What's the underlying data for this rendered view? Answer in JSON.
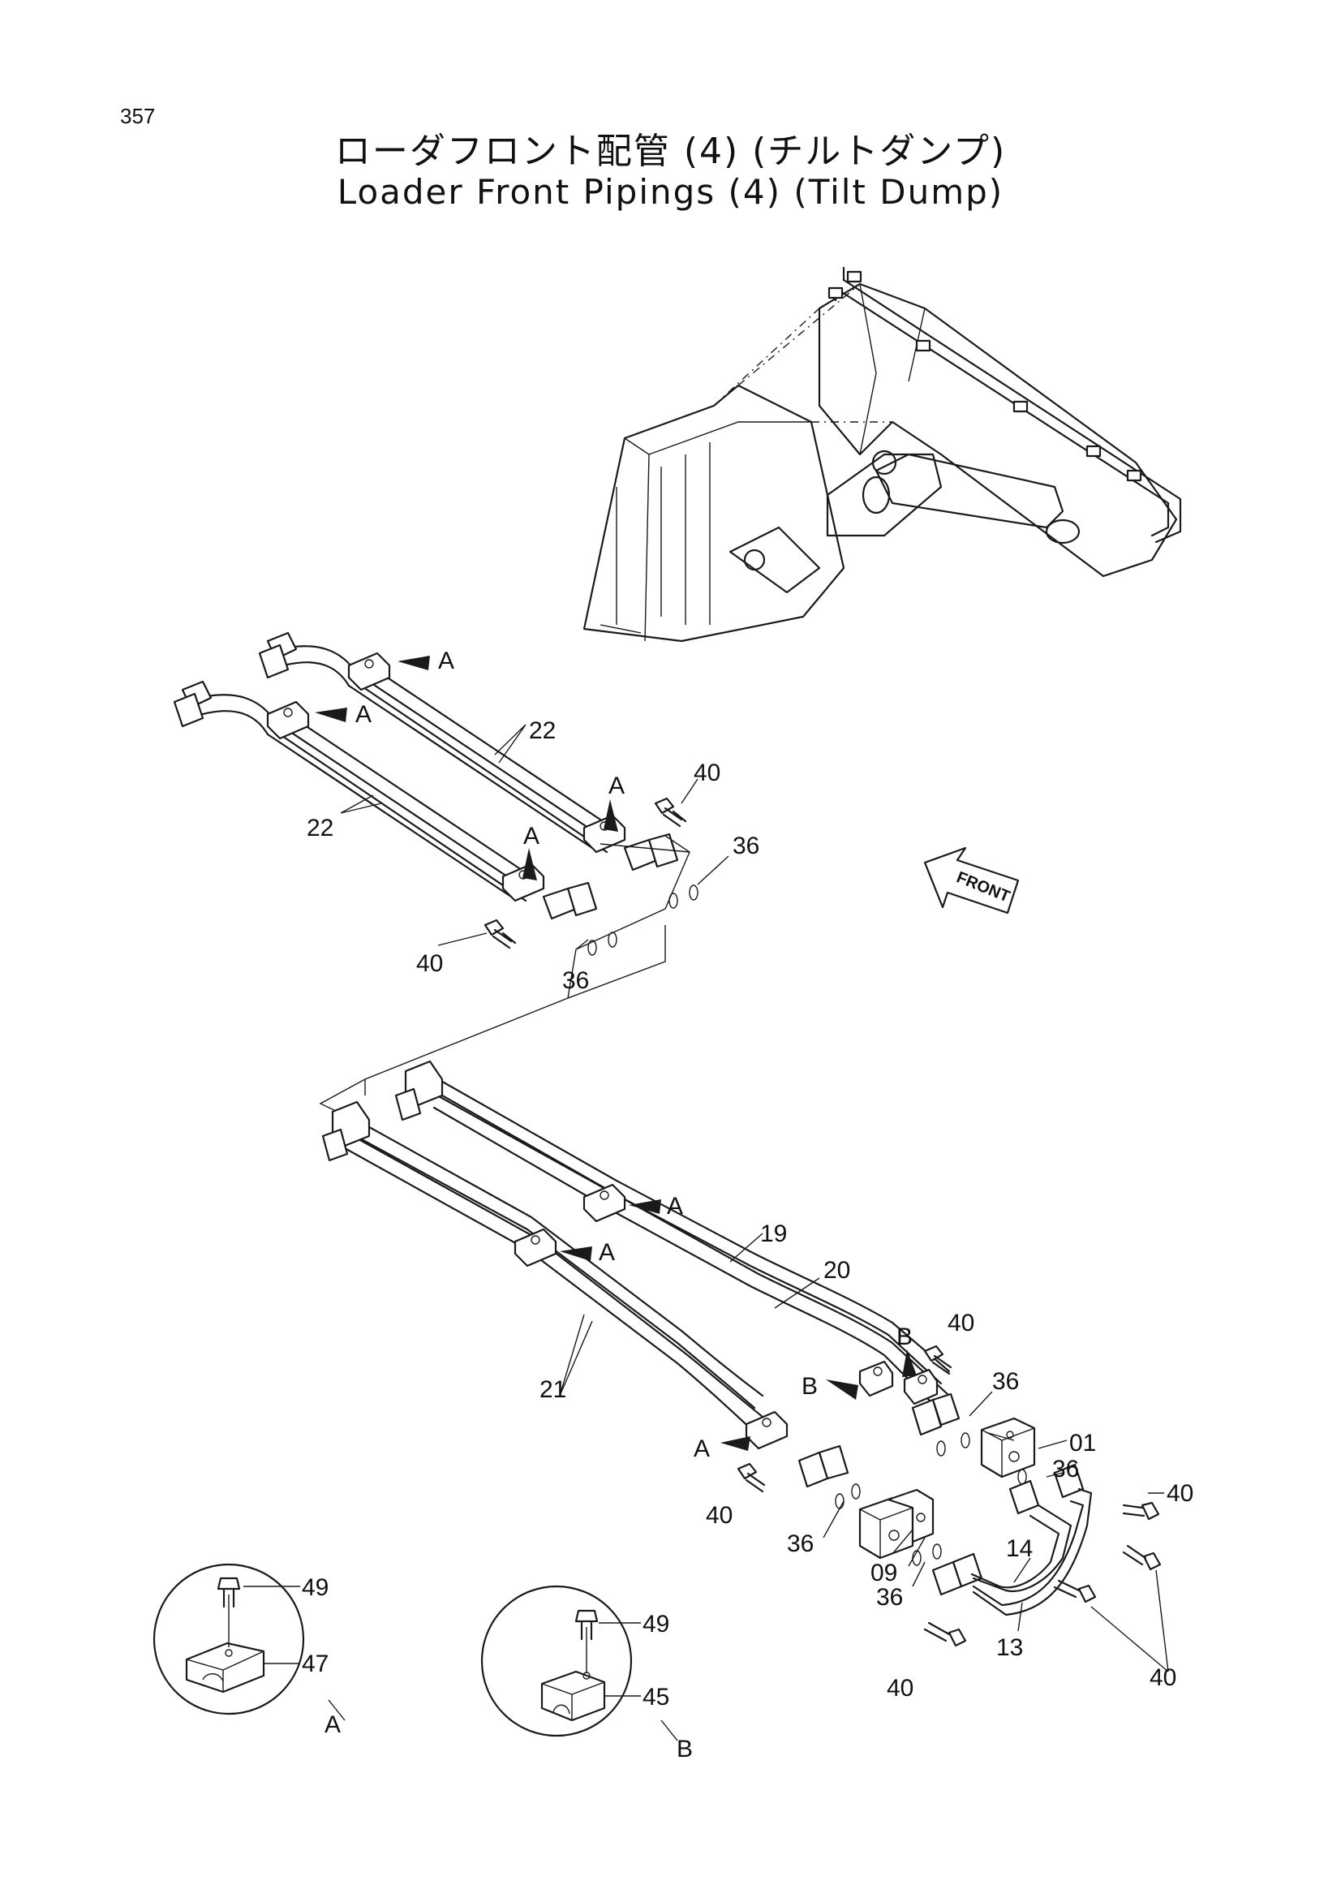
{
  "page_number": "357",
  "title_jp": "ローダフロント配管 (4) (チルトダンプ)",
  "title_en": "Loader Front Pipings (4) (Tilt Dump)",
  "front_label": "FRONT",
  "detail_views": [
    {
      "label": "A",
      "parts": [
        "49",
        "47"
      ]
    },
    {
      "label": "B",
      "parts": [
        "49",
        "45"
      ]
    }
  ],
  "callouts": {
    "upper_clamp_a1": "A",
    "upper_clamp_a2": "A",
    "upper_clamp_a3": "A",
    "upper_clamp_a4": "A",
    "upper_pipe_22a": "22",
    "upper_pipe_22b": "22",
    "upper_bolt_40a": "40",
    "upper_bolt_40b": "40",
    "upper_oring_36a": "36",
    "upper_oring_36b": "36",
    "lower_clamp_a1": "A",
    "lower_clamp_a2": "A",
    "lower_clamp_a3": "A",
    "lower_pipe_19": "19",
    "lower_pipe_20": "20",
    "lower_pipe_21": "21",
    "lower_clamp_b1": "B",
    "lower_clamp_b2": "B",
    "lower_bolt_40a": "40",
    "lower_bolt_40b": "40",
    "lower_bolt_40c": "40",
    "lower_bolt_40d": "40",
    "lower_bolt_40e": "40",
    "lower_oring_36a": "36",
    "lower_oring_36b": "36",
    "lower_oring_36c": "36",
    "lower_oring_36d": "36",
    "lower_block_01": "01",
    "lower_block_09": "09",
    "lower_pipe_14": "14",
    "lower_pipe_13": "13"
  }
}
